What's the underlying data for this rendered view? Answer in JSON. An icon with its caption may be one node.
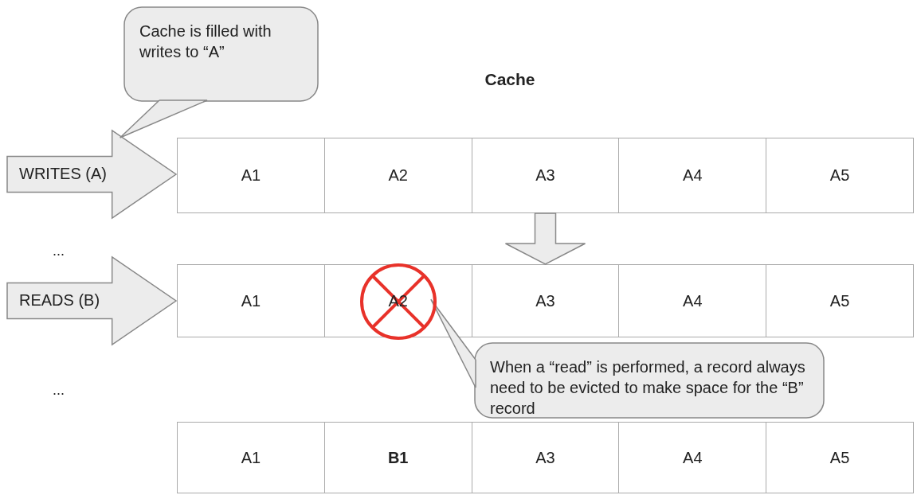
{
  "diagram": {
    "title": "Cache",
    "nodes": [
      {
        "text": [
          "Cache is filled with writes to “A”"
        ]
      },
      {
        "text": [
          "WRITES (A)"
        ]
      },
      {
        "text": [],
        "shape": "box"
      },
      {
        "text": [
          "A1"
        ],
        "in": 2
      },
      {
        "text": [
          "A2"
        ],
        "in": 2
      },
      {
        "text": [
          "A3"
        ],
        "in": 2
      },
      {
        "text": [
          "A4"
        ],
        "in": 2
      },
      {
        "text": [
          "A5"
        ],
        "in": 2
      },
      {
        "text": [
          "READS (B)"
        ]
      },
      {
        "text": [],
        "shape": "box"
      },
      {
        "text": [
          "A1"
        ],
        "in": 9
      },
      {
        "text": [
          "A2"
        ],
        "in": 9
      },
      {
        "text": [
          "A3"
        ],
        "in": 9
      },
      {
        "text": [
          "A4"
        ],
        "in": 9
      },
      {
        "text": [
          "A5"
        ],
        "in": 9
      },
      {
        "text": [
          "When a “read” is performed, a record always need to be evicted to make space for the “B” record"
        ]
      },
      {
        "text": [],
        "shape": "box"
      },
      {
        "text": [
          "A1"
        ],
        "in": 16
      },
      {
        "text": [
          "B1"
        ],
        "in": 16
      },
      {
        "text": [
          "A3"
        ],
        "in": 16
      },
      {
        "text": [
          "A4"
        ],
        "in": 16
      },
      {
        "text": [
          "A5"
        ],
        "in": 16
      }
    ],
    "edges": [
      {
        "from": 0,
        "to": 1,
        "arrow": "none"
      },
      {
        "from": 2,
        "to": 9,
        "arrow": "to"
      },
      {
        "from": 15,
        "to": 11,
        "arrow": "none"
      }
    ],
    "labels": [
      "...",
      "..."
    ]
  }
}
